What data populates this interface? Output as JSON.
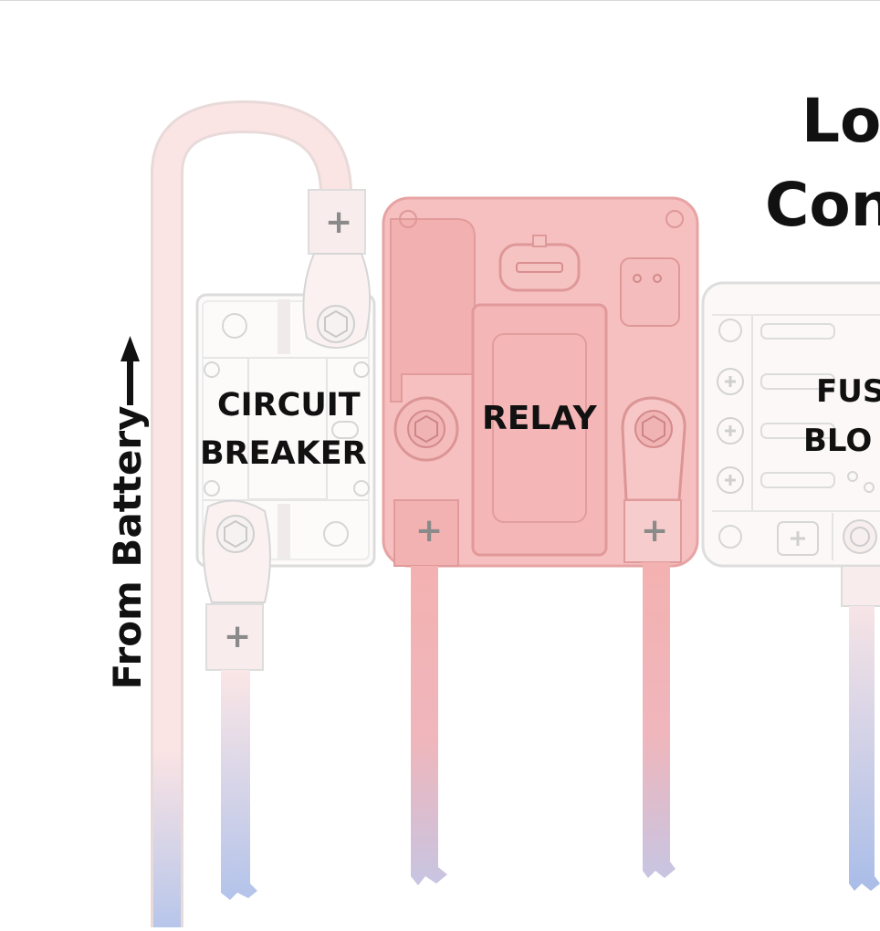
{
  "title": {
    "line1": "Lo",
    "line2": "Con"
  },
  "from_battery": "From Battery",
  "components": {
    "circuit_breaker": {
      "line1": "CIRCUIT",
      "line2": "BREAKER"
    },
    "relay": {
      "label": "RELAY"
    },
    "fuse_block": {
      "line1": "FUS",
      "line2": "BLO"
    }
  },
  "terminal_symbol": "+",
  "colors": {
    "relay_body": "#f4b8b8",
    "relay_outline": "#e99a9a",
    "wire_positive": "#f6c3c3",
    "wire_negative": "#b9c8ea",
    "component_outline": "#d9d9d9",
    "arrow": "#111111"
  }
}
